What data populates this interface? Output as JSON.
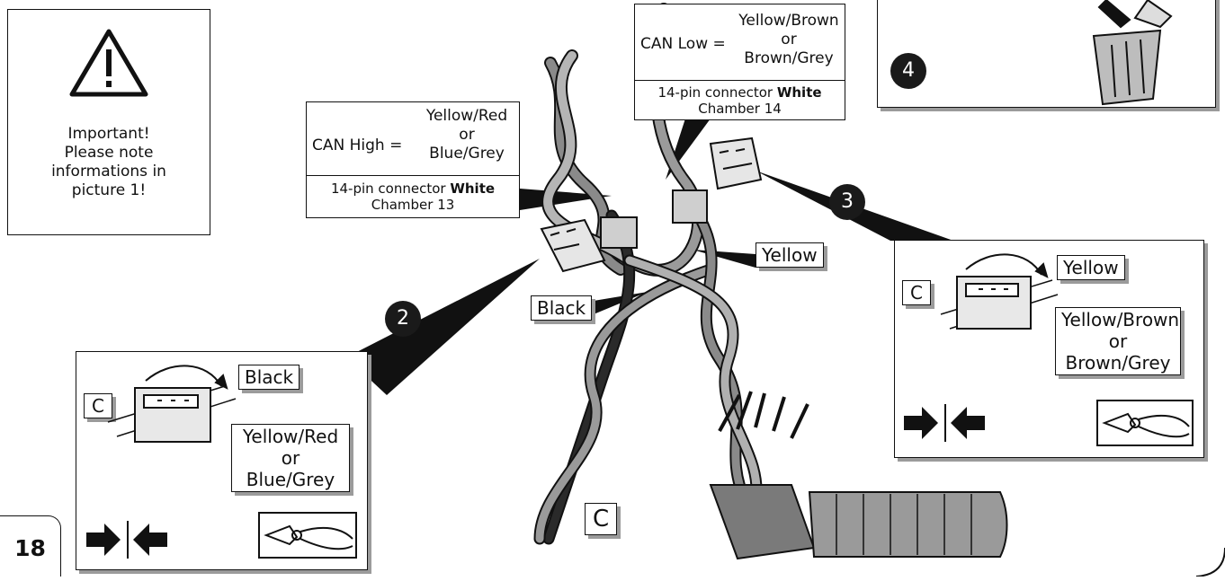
{
  "warning": {
    "icon": "warning-triangle-icon",
    "lines": [
      "Important!",
      "Please note",
      "informations in",
      "picture 1!"
    ]
  },
  "can_high": {
    "label": "CAN High =",
    "colors": [
      "Yellow/Red",
      "or",
      "Blue/Grey"
    ],
    "connector_text": "14-pin connector ",
    "connector_color": "White",
    "chamber": "Chamber 13"
  },
  "can_low": {
    "label": "CAN Low =",
    "colors": [
      "Yellow/Brown",
      "or",
      "Brown/Grey"
    ],
    "connector_text": "14-pin connector ",
    "connector_color": "White",
    "chamber": "Chamber 14"
  },
  "wire_labels": {
    "yellow": "Yellow",
    "black": "Black",
    "c": "C"
  },
  "step2": {
    "number": "2",
    "c_label": "C",
    "wire_top": "Black",
    "wire_bottom": [
      "Yellow/Red",
      "or",
      "Blue/Grey"
    ],
    "icons": [
      "push-together-arrows-icon",
      "pliers-icon"
    ]
  },
  "step3": {
    "number": "3",
    "c_label": "C",
    "wire_top": "Yellow",
    "wire_bottom": [
      "Yellow/Brown",
      "or",
      "Brown/Grey"
    ],
    "icons": [
      "push-together-arrows-icon",
      "pliers-icon"
    ]
  },
  "step4": {
    "number": "4",
    "icons": [
      "trash-bin-icon"
    ]
  },
  "page_number": "18",
  "colors": {
    "outline": "#111111",
    "shadow": "#9b9b9b",
    "wire_grey": "#8a8a8a",
    "wire_dark": "#2a2a2a"
  }
}
